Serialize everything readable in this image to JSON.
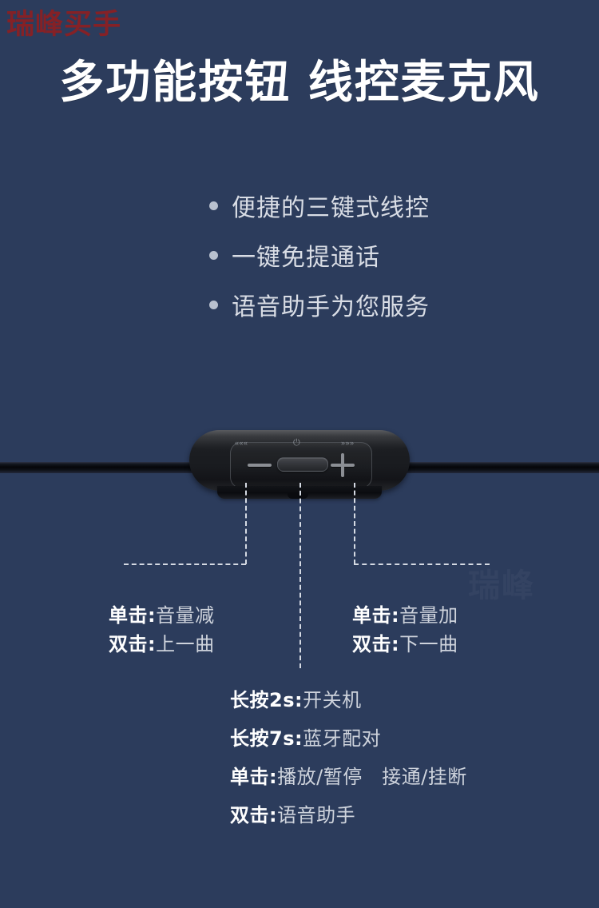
{
  "background_color": "#2c3c5c",
  "watermark": {
    "top_left": "瑞峰买手",
    "top_left_color": "#8d1f22",
    "faint": "瑞峰"
  },
  "headline": "多功能按钮  线控麦克风",
  "features": {
    "bullet_color": "#b9c1cf",
    "items": [
      {
        "label": "便捷的三键式线控"
      },
      {
        "label": "一键免提通话"
      },
      {
        "label": "语音助手为您服务"
      }
    ]
  },
  "device": {
    "name": "inline-remote",
    "body_color": "#191b1f",
    "cable_color": "#05060a",
    "buttons": [
      {
        "id": "volume-down",
        "glyph": "minus",
        "micro_icon": "«««"
      },
      {
        "id": "play-power",
        "glyph": "pill",
        "micro_icon": "⏻"
      },
      {
        "id": "volume-up",
        "glyph": "plus",
        "micro_icon": "»»»"
      }
    ]
  },
  "callouts": {
    "left": {
      "target": "volume-down-button",
      "rows": [
        {
          "key": "单击:",
          "value": "音量减"
        },
        {
          "key": "双击:",
          "value": "上一曲"
        }
      ]
    },
    "right": {
      "target": "volume-up-button",
      "rows": [
        {
          "key": "单击:",
          "value": "音量加"
        },
        {
          "key": "双击:",
          "value": "下一曲"
        }
      ]
    },
    "center": {
      "target": "play-power-button",
      "rows": [
        {
          "key": "长按2s:",
          "value": "开关机"
        },
        {
          "key": "长按7s:",
          "value": "蓝牙配对"
        },
        {
          "key": "单击:",
          "value": "播放/暂停　接通/挂断"
        },
        {
          "key": "双击:",
          "value": "语音助手"
        }
      ]
    }
  }
}
